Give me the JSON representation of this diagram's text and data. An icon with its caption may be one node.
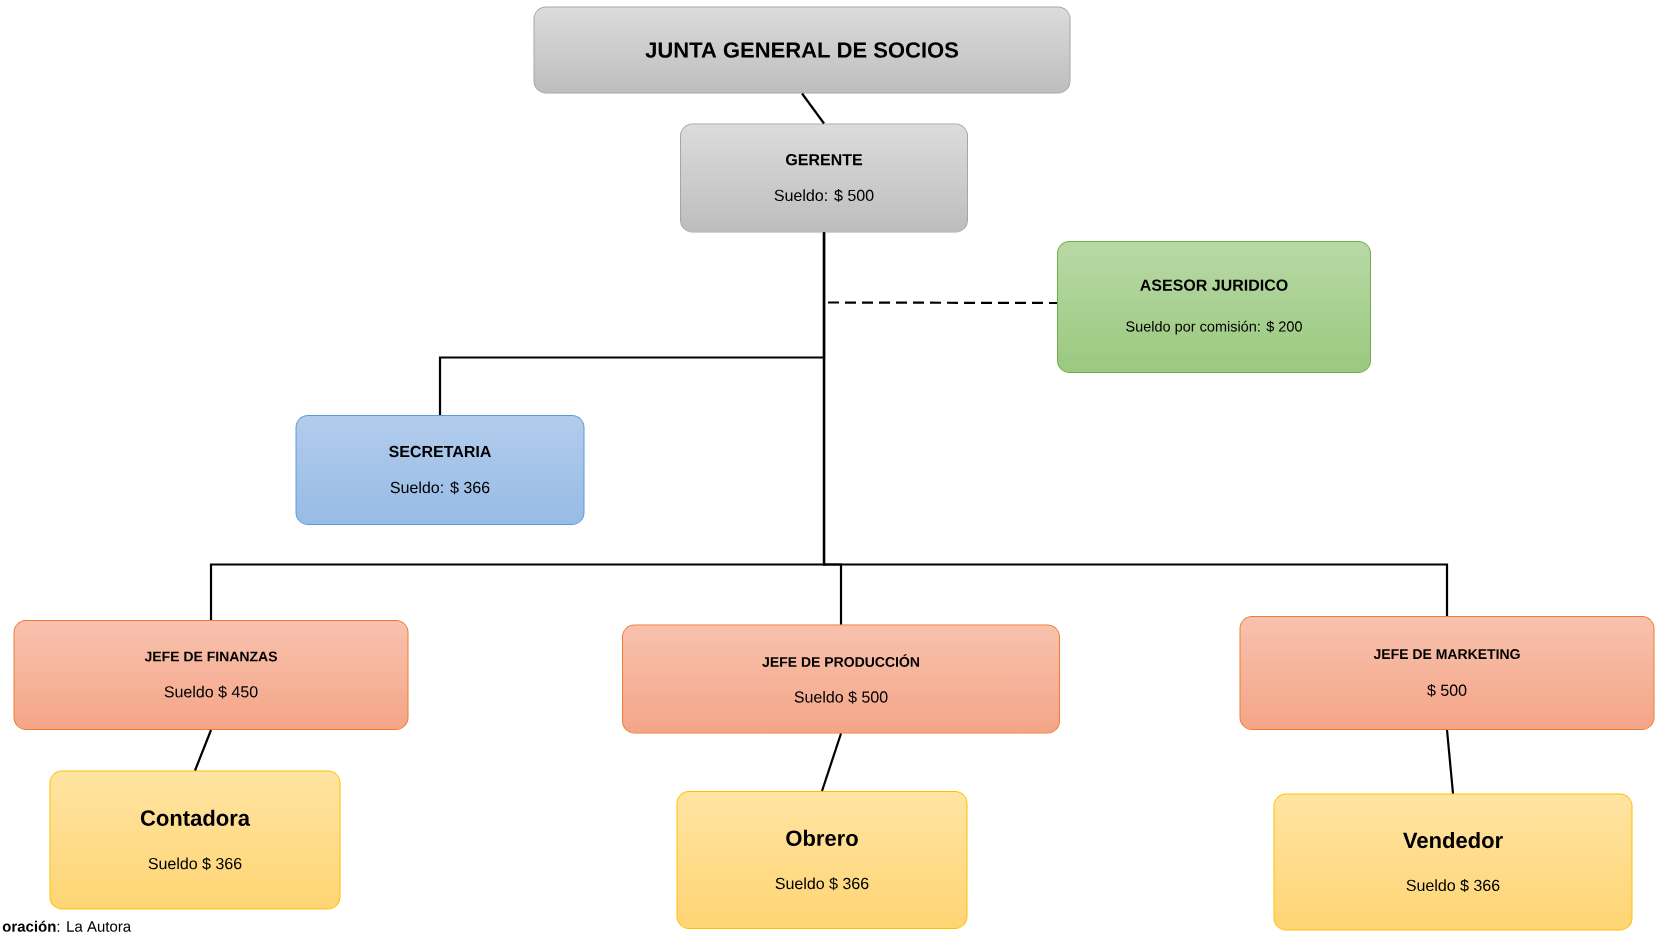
{
  "diagram": {
    "nodes": [
      {
        "text": [
          "JUNTA GENERAL DE SOCIOS"
        ]
      },
      {
        "text": [
          "GERENTE",
          "Sueldo: $ 500"
        ]
      },
      {
        "text": [
          "ASESOR JURIDICO",
          "Sueldo por comisión: $ 200"
        ]
      },
      {
        "text": [
          "SECRETARIA",
          "Sueldo: $ 366"
        ]
      },
      {
        "text": [
          "JEFE DE FINANZAS",
          "Sueldo $ 450"
        ]
      },
      {
        "text": [
          "JEFE  DE PRODUCCIÓN",
          "Sueldo $ 500"
        ]
      },
      {
        "text": [
          "JEFE  DE MARKETING",
          "$ 500"
        ]
      },
      {
        "text": [
          "Contadora",
          "Sueldo $ 366"
        ]
      },
      {
        "text": [
          "Obrero",
          "Sueldo $ 366"
        ]
      },
      {
        "text": [
          "Vendedor",
          "Sueldo $ 366"
        ]
      }
    ],
    "edges": [
      {
        "from": 0,
        "to": 1,
        "arrow": "none"
      },
      {
        "from": 1,
        "to": 2,
        "arrow": "none",
        "style": "dashed"
      },
      {
        "from": 1,
        "to": 3,
        "arrow": "none"
      },
      {
        "from": 1,
        "to": 4,
        "arrow": "none"
      },
      {
        "from": 1,
        "to": 5,
        "arrow": "none"
      },
      {
        "from": 1,
        "to": 6,
        "arrow": "none"
      },
      {
        "from": 4,
        "to": 7,
        "arrow": "none"
      },
      {
        "from": 5,
        "to": 8,
        "arrow": "none"
      },
      {
        "from": 6,
        "to": 9,
        "arrow": "none"
      }
    ],
    "labels": [
      "**oración**: La Autora"
    ]
  }
}
